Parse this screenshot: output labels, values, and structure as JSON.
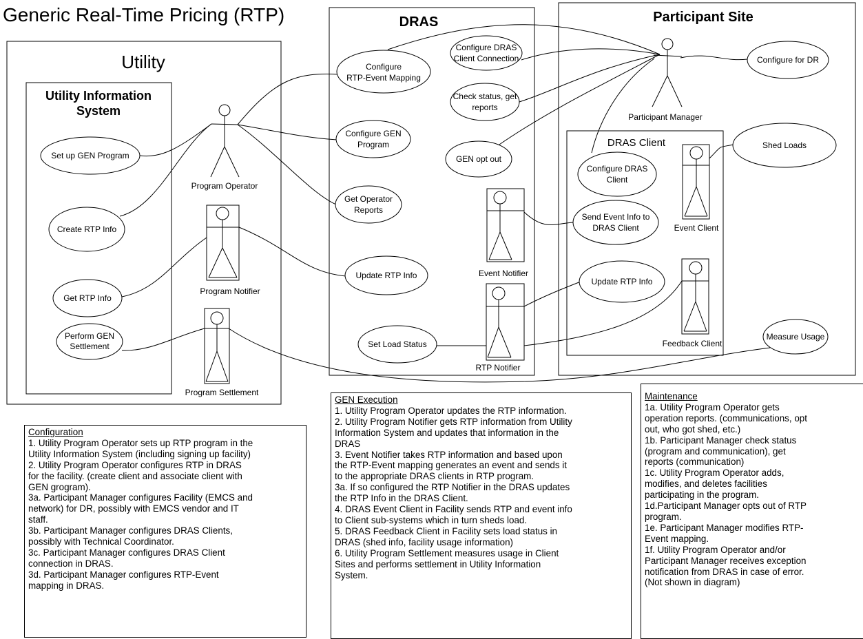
{
  "title": "Generic Real-Time Pricing (RTP)",
  "boxes": {
    "utility": "Utility",
    "uis": [
      "Utility Information",
      "System"
    ],
    "dras": "DRAS",
    "participant_site": "Participant Site",
    "dras_client": "DRAS Client"
  },
  "actors": {
    "program_operator": "Program Operator",
    "program_notifier": "Program Notifier",
    "program_settlement": "Program Settlement",
    "event_notifier": "Event Notifier",
    "rtp_notifier": "RTP Notifier",
    "participant_manager": "Participant Manager",
    "event_client": "Event Client",
    "feedback_client": "Feedback Client"
  },
  "use_cases": {
    "setup_gen": [
      "Set up GEN Program"
    ],
    "create_rtp": [
      "Create RTP Info"
    ],
    "get_rtp": [
      "Get RTP Info"
    ],
    "perform_settlement": [
      "Perform GEN",
      "Settlement"
    ],
    "configure_mapping": [
      "Configure",
      "RTP-Event Mapping"
    ],
    "configure_dras_conn": [
      "Configure DRAS",
      "Client Connection"
    ],
    "check_status": [
      "Check status, get",
      "reports"
    ],
    "configure_gen": [
      "Configure GEN",
      "Program"
    ],
    "gen_optout": [
      "GEN opt out"
    ],
    "get_reports": [
      "Get Operator",
      "Reports"
    ],
    "update_rtp_dras": [
      "Update RTP Info"
    ],
    "set_load_status": [
      "Set Load Status"
    ],
    "configure_dr": [
      "Configure for DR"
    ],
    "shed_loads": [
      "Shed Loads"
    ],
    "configure_dras_client": [
      "Configure DRAS",
      "Client"
    ],
    "send_event_info": [
      "Send Event Info to",
      "DRAS Client"
    ],
    "update_rtp_client": [
      "Update RTP Info"
    ],
    "measure_usage": [
      "Measure Usage"
    ]
  },
  "notes": {
    "configuration": {
      "heading": "Configuration",
      "lines": [
        "1. Utility Program Operator sets up RTP program in the",
        "Utility Information System (including signing up facility)",
        "2. Utility Program Operator configures RTP in DRAS",
        "for the facility. (create client and associate client with",
        "GEN grogram).",
        "3a. Participant Manager configures Facility (EMCS and",
        "network) for DR, possibly with EMCS vendor and IT",
        "staff.",
        "3b. Participant Manager configures DRAS Clients,",
        "possibly with Technical Coordinator.",
        "3c. Participant Manager configures DRAS Client",
        "connection in DRAS.",
        "3d. Participant Manager configures RTP-Event",
        "mapping in DRAS."
      ]
    },
    "execution": {
      "heading": "GEN Execution",
      "lines": [
        "1. Utility Program Operator updates the RTP information.",
        "2. Utility Program Notifier gets RTP information from Utility",
        "Information System and updates that information in the",
        "DRAS",
        "3. Event Notifier takes RTP information and based upon",
        "the RTP-Event mapping generates an event and sends it",
        "to the appropriate DRAS clients in RTP program.",
        "3a. If so configured the RTP Notifier in the DRAS updates",
        "the RTP Info in the DRAS Client.",
        "4. DRAS Event Client in Facility sends RTP and event info",
        "to Client sub-systems which in turn sheds load.",
        "5. DRAS Feedback Client in Facility sets load status in",
        "DRAS (shed info, facility usage information)",
        "6. Utility Program Settlement measures usage in Client",
        "Sites and performs settlement in Utility Information",
        "System."
      ]
    },
    "maintenance": {
      "heading": "Maintenance",
      "lines": [
        "1a. Utility Program Operator gets",
        "operation reports. (communications, opt",
        "out, who got shed, etc.)",
        "1b. Participant Manager check status",
        "(program and communication), get",
        "reports (communication)",
        "1c. Utility Program Operator adds,",
        "modifies, and deletes facilities",
        "participating in the program.",
        "1d.Participant Manager opts out of RTP",
        "program.",
        "1e. Participant Manager modifies RTP-",
        "Event mapping.",
        "1f. Utility Program Operator and/or",
        "Participant Manager receives exception",
        "notification from DRAS in case of error.",
        "(Not shown in diagram)"
      ]
    }
  }
}
